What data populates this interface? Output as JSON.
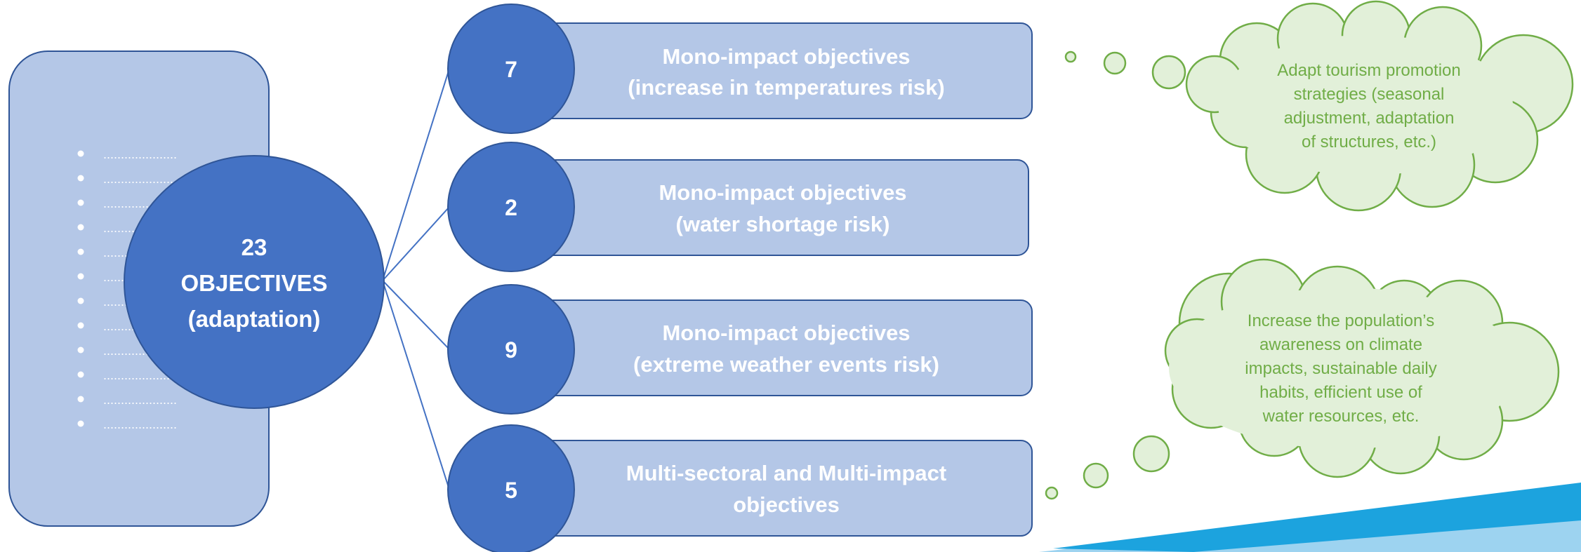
{
  "colors": {
    "panel_fill": "#b4c7e7",
    "panel_stroke": "#2f5597",
    "circle_fill": "#4472c4",
    "circle_stroke": "#2f5597",
    "cloud_fill": "#e2f0d9",
    "cloud_stroke": "#70ad47",
    "cloud_text": "#70ad47",
    "connector": "#4472c4",
    "accent_stripe": "#1ca3de"
  },
  "left_panel": {
    "bullet_placeholder": ".....................",
    "bullet_count": 12
  },
  "center_circle": {
    "line1": "23",
    "line2": "OBJECTIVES",
    "line3": "(adaptation)"
  },
  "objectives": [
    {
      "count": "7",
      "line1": "Mono-impact objectives",
      "line2": "(increase in temperatures risk)"
    },
    {
      "count": "2",
      "line1": "Mono-impact objectives",
      "line2": "(water shortage risk)"
    },
    {
      "count": "9",
      "line1": "Mono-impact objectives",
      "line2": "(extreme weather events risk)"
    },
    {
      "count": "5",
      "line1": "Multi-sectoral and Multi-impact",
      "line2": "objectives"
    }
  ],
  "clouds": {
    "top": {
      "lines": [
        "Adapt tourism promotion",
        "strategies (seasonal",
        "adjustment, adaptation",
        "of structures, etc.)"
      ]
    },
    "bottom": {
      "lines": [
        "Increase the population’s",
        "awareness on climate",
        "impacts, sustainable daily",
        "habits, efficient use of",
        "water resources, etc."
      ]
    }
  }
}
